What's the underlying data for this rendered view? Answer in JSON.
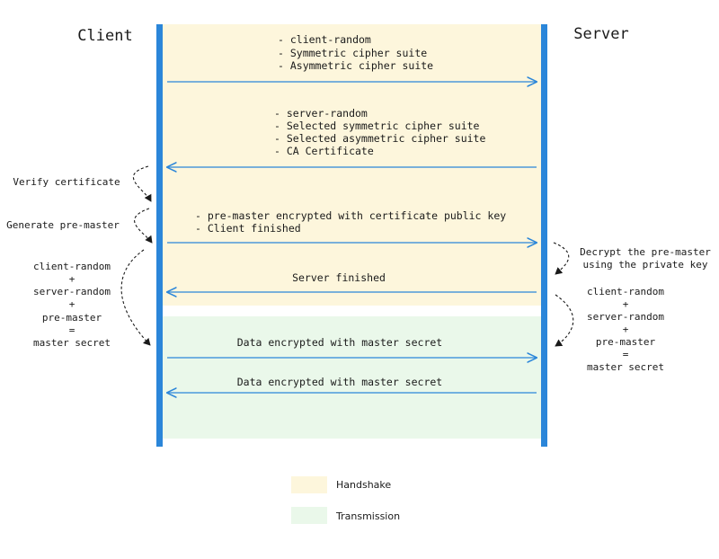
{
  "participants": {
    "client": "Client",
    "server": "Server"
  },
  "messages": [
    {
      "lines": [
        "- client-random",
        "- Symmetric cipher suite",
        "- Asymmetric cipher suite"
      ],
      "direction": "client-to-server",
      "phase": "handshake"
    },
    {
      "lines": [
        "- server-random",
        "- Selected symmetric cipher suite",
        "- Selected asymmetric cipher suite",
        "- CA Certificate"
      ],
      "direction": "server-to-client",
      "phase": "handshake"
    },
    {
      "lines": [
        "- pre-master encrypted with certificate public key",
        "- Client finished"
      ],
      "direction": "client-to-server",
      "phase": "handshake"
    },
    {
      "lines": [
        "Server finished"
      ],
      "direction": "server-to-client",
      "phase": "handshake"
    },
    {
      "lines": [
        "Data encrypted with master secret"
      ],
      "direction": "client-to-server",
      "phase": "transmission"
    },
    {
      "lines": [
        "Data encrypted with master secret"
      ],
      "direction": "server-to-client",
      "phase": "transmission"
    }
  ],
  "client_notes": [
    {
      "lines": [
        "Verify certificate"
      ]
    },
    {
      "lines": [
        "Generate pre-master"
      ]
    },
    {
      "lines": [
        "client-random",
        "+",
        "server-random",
        "+",
        "pre-master",
        "=",
        "master secret"
      ]
    }
  ],
  "server_notes": [
    {
      "lines": [
        "Decrypt the pre-master",
        "using the private key"
      ]
    },
    {
      "lines": [
        "client-random",
        "+",
        "server-random",
        "+",
        "pre-master",
        "=",
        "master secret"
      ]
    }
  ],
  "legend": [
    {
      "label": "Handshake",
      "color": "#fdf6dc"
    },
    {
      "label": "Transmission",
      "color": "#eaf8ea"
    }
  ],
  "colors": {
    "lifeline": "#2b86d9",
    "arrow": "#2b86d9",
    "handshake_bg": "#fdf6dc",
    "transmission_bg": "#eaf8ea",
    "note_arrow": "#1a1a1a"
  }
}
